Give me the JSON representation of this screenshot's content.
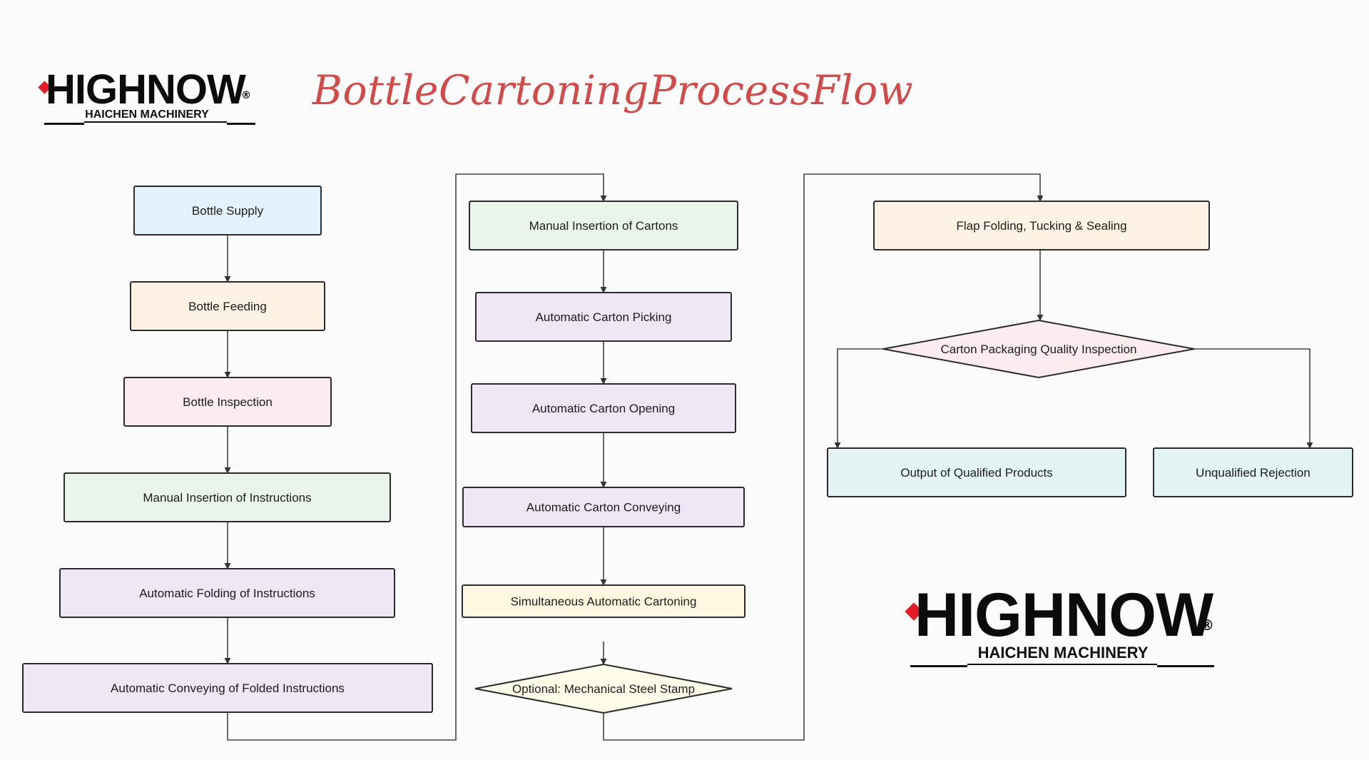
{
  "title": "BottleCartoningProcessFlow",
  "logo": {
    "wordmark": "HIGHNOW",
    "registered": "®",
    "subtitle": "HAICHEN MACHINERY",
    "diamond_color": "#e21c26"
  },
  "colors": {
    "blue": "#e3f2fd",
    "orange": "#fdf2e3",
    "pink": "#fdecef",
    "green": "#e9f5ea",
    "purple": "#efe6f6",
    "cream": "#fff8e1",
    "yellow": "#fefde9",
    "teal": "#e4f3f3",
    "title": "#d24b4b",
    "stroke": "#333333"
  },
  "nodes": [
    {
      "id": "bottle-supply",
      "label": "Bottle Supply",
      "shape": "process",
      "fill": "blue"
    },
    {
      "id": "bottle-feeding",
      "label": "Bottle Feeding",
      "shape": "process",
      "fill": "orange"
    },
    {
      "id": "bottle-inspection",
      "label": "Bottle Inspection",
      "shape": "process",
      "fill": "pink"
    },
    {
      "id": "manual-insertion-instructions",
      "label": "Manual Insertion of Instructions",
      "shape": "process",
      "fill": "green"
    },
    {
      "id": "automatic-folding-instructions",
      "label": "Automatic Folding of Instructions",
      "shape": "process",
      "fill": "purple"
    },
    {
      "id": "automatic-conveying-folded",
      "label": "Automatic Conveying of Folded Instructions",
      "shape": "process",
      "fill": "purple"
    },
    {
      "id": "manual-insertion-cartons",
      "label": "Manual Insertion of Cartons",
      "shape": "process",
      "fill": "green"
    },
    {
      "id": "automatic-carton-picking",
      "label": "Automatic Carton Picking",
      "shape": "process",
      "fill": "purple"
    },
    {
      "id": "automatic-carton-opening",
      "label": "Automatic Carton Opening",
      "shape": "process",
      "fill": "purple"
    },
    {
      "id": "automatic-carton-conveying",
      "label": "Automatic Carton Conveying",
      "shape": "process",
      "fill": "purple"
    },
    {
      "id": "simultaneous-automatic-cartoning",
      "label": "Simultaneous Automatic Cartoning",
      "shape": "process",
      "fill": "cream"
    },
    {
      "id": "optional-steel-stamp",
      "label": "Optional: Mechanical Steel Stamp",
      "shape": "decision",
      "fill": "yellow"
    },
    {
      "id": "flap-folding",
      "label": "Flap Folding, Tucking & Sealing",
      "shape": "process",
      "fill": "orange"
    },
    {
      "id": "quality-inspection",
      "label": "Carton Packaging Quality Inspection",
      "shape": "decision",
      "fill": "pink"
    },
    {
      "id": "output-qualified",
      "label": "Output of Qualified Products",
      "shape": "process",
      "fill": "teal"
    },
    {
      "id": "unqualified-rejection",
      "label": "Unqualified Rejection",
      "shape": "process",
      "fill": "teal"
    }
  ],
  "edges": [
    {
      "from": "bottle-supply",
      "to": "bottle-feeding"
    },
    {
      "from": "bottle-feeding",
      "to": "bottle-inspection"
    },
    {
      "from": "bottle-inspection",
      "to": "manual-insertion-instructions"
    },
    {
      "from": "manual-insertion-instructions",
      "to": "automatic-folding-instructions"
    },
    {
      "from": "automatic-folding-instructions",
      "to": "automatic-conveying-folded"
    },
    {
      "from": "automatic-conveying-folded",
      "to": "manual-insertion-cartons"
    },
    {
      "from": "manual-insertion-cartons",
      "to": "automatic-carton-picking"
    },
    {
      "from": "automatic-carton-picking",
      "to": "automatic-carton-opening"
    },
    {
      "from": "automatic-carton-opening",
      "to": "automatic-carton-conveying"
    },
    {
      "from": "automatic-carton-conveying",
      "to": "simultaneous-automatic-cartoning"
    },
    {
      "from": "simultaneous-automatic-cartoning",
      "to": "optional-steel-stamp"
    },
    {
      "from": "optional-steel-stamp",
      "to": "flap-folding"
    },
    {
      "from": "flap-folding",
      "to": "quality-inspection"
    },
    {
      "from": "quality-inspection",
      "to": "output-qualified"
    },
    {
      "from": "quality-inspection",
      "to": "unqualified-rejection"
    }
  ]
}
